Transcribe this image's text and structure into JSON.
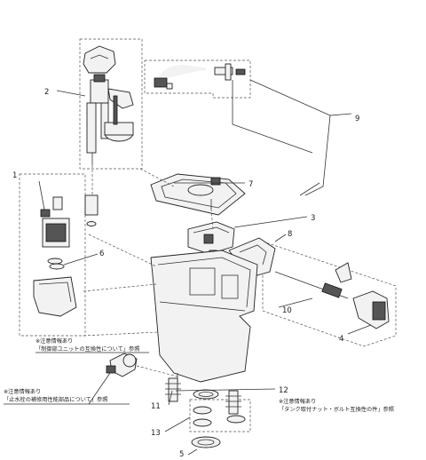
{
  "callouts": {
    "c1": "1",
    "c2": "2",
    "c3": "3",
    "c4": "4",
    "c5": "5",
    "c6": "6",
    "c7": "7",
    "c8": "8",
    "c9": "9",
    "c10": "10",
    "c11": "11",
    "c12": "12",
    "c13": "13"
  },
  "notes": {
    "n1_line1": "※注意情報あり",
    "n1_line2": "「制御部ユニットの互換性について」参照",
    "n2_line1": "※注意情報あり",
    "n2_line2": "「止水栓の補修用性能部品について」参照",
    "n3_line1": "※注意情報あり",
    "n3_line2": "「タンク取付ナット・ボルト互換性の件」参照"
  }
}
